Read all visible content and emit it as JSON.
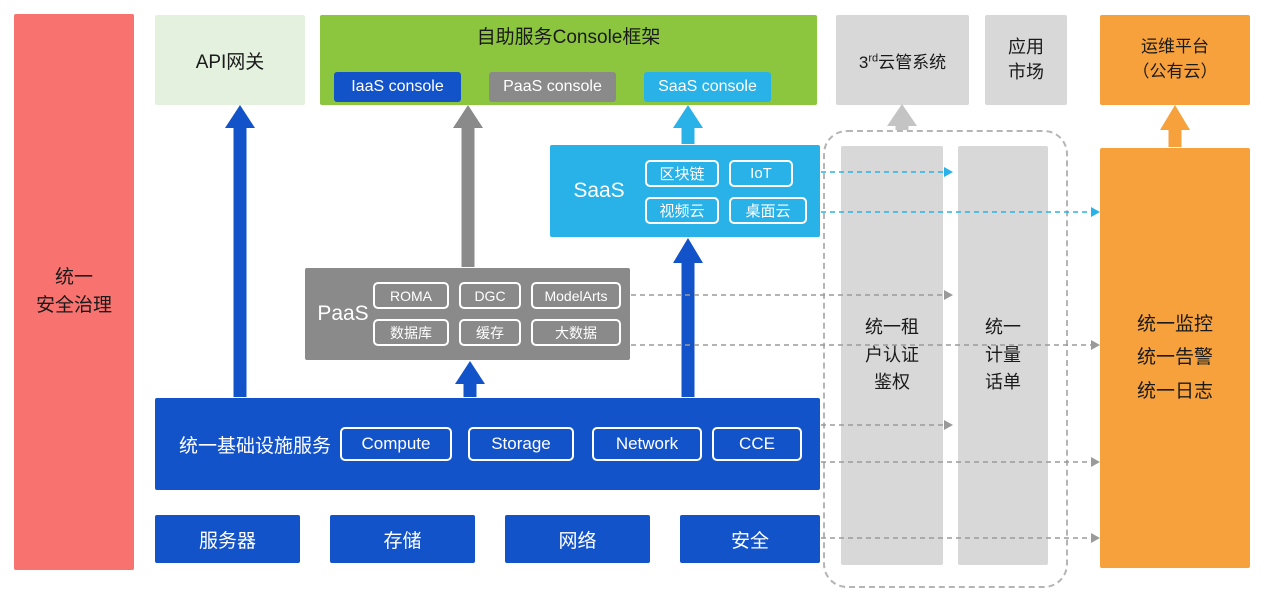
{
  "colors": {
    "security_red": "#F8736F",
    "api_gateway_green": "#E3F1DE",
    "console_green": "#8CC63F",
    "primary_blue": "#1353CA",
    "paas_gray": "#8A8A8A",
    "panel_gray": "#D8D8D8",
    "saas_cyan": "#29B2E8",
    "om_orange": "#F7A13C"
  },
  "security_bar": {
    "label": "统一\n安全治理"
  },
  "api_gateway": {
    "label": "API网关"
  },
  "console_frame": {
    "title": "自助服务Console框架",
    "consoles": [
      {
        "label": "IaaS console"
      },
      {
        "label": "PaaS console"
      },
      {
        "label": "SaaS console"
      }
    ]
  },
  "third_party_cloud": {
    "prefix": "3",
    "superscript": "rd",
    "suffix": "云管系统"
  },
  "app_market": {
    "label": "应用\n市场"
  },
  "om_platform": {
    "label": "运维平台\n（公有云）"
  },
  "saas": {
    "label": "SaaS",
    "items": [
      {
        "label": "区块链"
      },
      {
        "label": "IoT"
      },
      {
        "label": "视频云"
      },
      {
        "label": "桌面云"
      }
    ]
  },
  "paas": {
    "label": "PaaS",
    "items": [
      {
        "label": "ROMA"
      },
      {
        "label": "DGC"
      },
      {
        "label": "ModelArts"
      },
      {
        "label": "数据库"
      },
      {
        "label": "缓存"
      },
      {
        "label": "大数据"
      }
    ]
  },
  "iaas": {
    "label": "统一基础设施服务",
    "items": [
      {
        "label": "Compute"
      },
      {
        "label": "Storage"
      },
      {
        "label": "Network"
      },
      {
        "label": "CCE"
      }
    ]
  },
  "hardware": {
    "items": [
      {
        "label": "服务器"
      },
      {
        "label": "存储"
      },
      {
        "label": "网络"
      },
      {
        "label": "安全"
      }
    ]
  },
  "auth_bar": {
    "label": "统一租\n户认证\n鉴权"
  },
  "billing_bar": {
    "label": "统一\n计量\n话单"
  },
  "monitor_bar": {
    "label": "统一监控\n统一告警\n统一日志"
  }
}
